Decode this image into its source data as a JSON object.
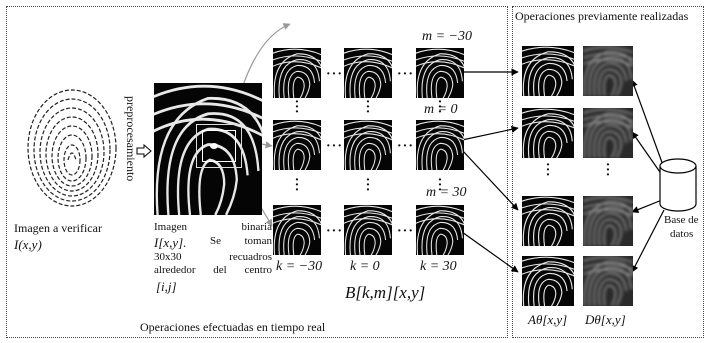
{
  "left_panel": {
    "input_caption_line1": "Imagen a verificar",
    "input_caption_line2": "I(x,y)",
    "preprocessing_label": "preprocesamiento",
    "binary_desc": {
      "l1a": "Imagen",
      "l1b": "binaria",
      "l2a": "I[x,y].",
      "l2b": "Se",
      "l2c": "toman",
      "l3a": "30x30",
      "l3b": "recuadros",
      "l4a": "alrededor",
      "l4b": "del",
      "l4c": "centro",
      "l5": "[i,j]"
    },
    "m_top": "m = −30",
    "m_mid": "m = 0",
    "m_bot": "m = 30",
    "k_left": "k = −30",
    "k_mid": "k = 0",
    "k_right": "k = 30",
    "grid_label": "B[k,m][x,y]",
    "footer": "Operaciones efectuadas en tiempo real"
  },
  "right_panel": {
    "title": "Operaciones previamente realizadas",
    "db_label_line1": "Base de",
    "db_label_line2": "datos",
    "a_label": "Aθ[x,y]",
    "d_label": "Dθ[x,y]"
  }
}
